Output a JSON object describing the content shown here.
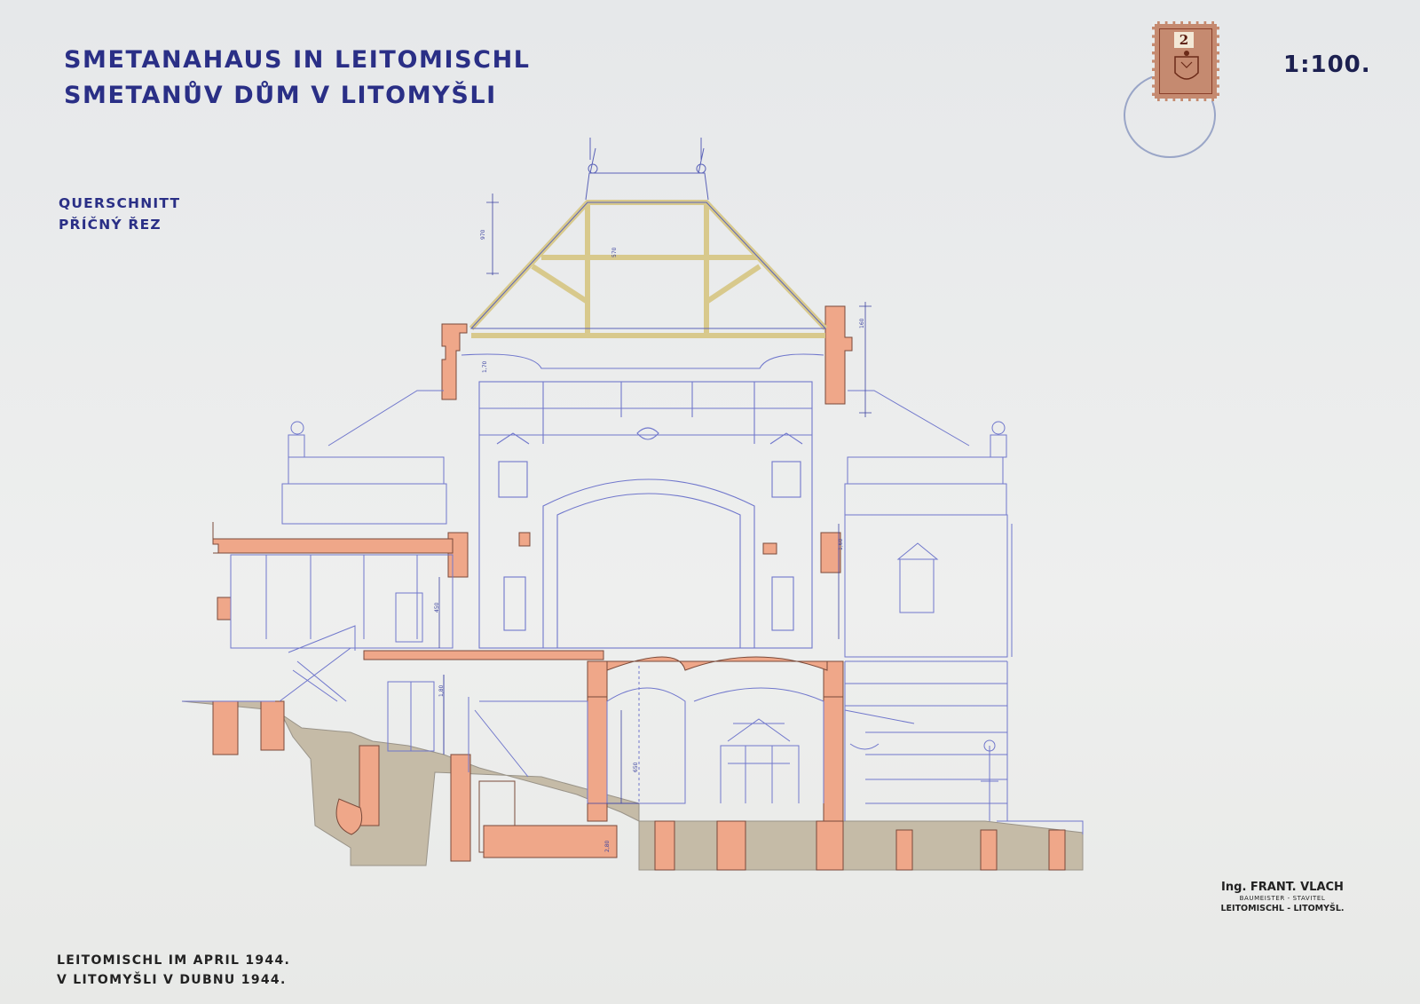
{
  "title": {
    "line1": "SMETANAHAUS IN LEITOMISCHL",
    "line2": "SMETANŮV DŮM V LITOMYŠLI"
  },
  "subtitle": {
    "line1": "QUERSCHNITT",
    "line2": "PŘÍČNÝ ŘEZ"
  },
  "scale": "1:100.",
  "stamp": {
    "value": "2"
  },
  "date": {
    "line1": "LEITOMISCHL IM APRIL 1944.",
    "line2": "V LITOMYŠLI V DUBNU 1944."
  },
  "signature": {
    "name": "Ing. FRANT. VLACH",
    "role": "BAUMEISTER - STAVITEL",
    "city": "LEITOMISCHL - LITOMYŠL."
  },
  "dimensions": [
    "970",
    "570",
    "160",
    "1,70",
    "450",
    "1,60",
    "1,80",
    "650",
    "2,80"
  ],
  "colors": {
    "ink": "#2a2f86",
    "line": "#6c72c8",
    "masonry": "#efa789",
    "roof_timber": "#e7d9a4",
    "ground": "#b7a98f"
  }
}
